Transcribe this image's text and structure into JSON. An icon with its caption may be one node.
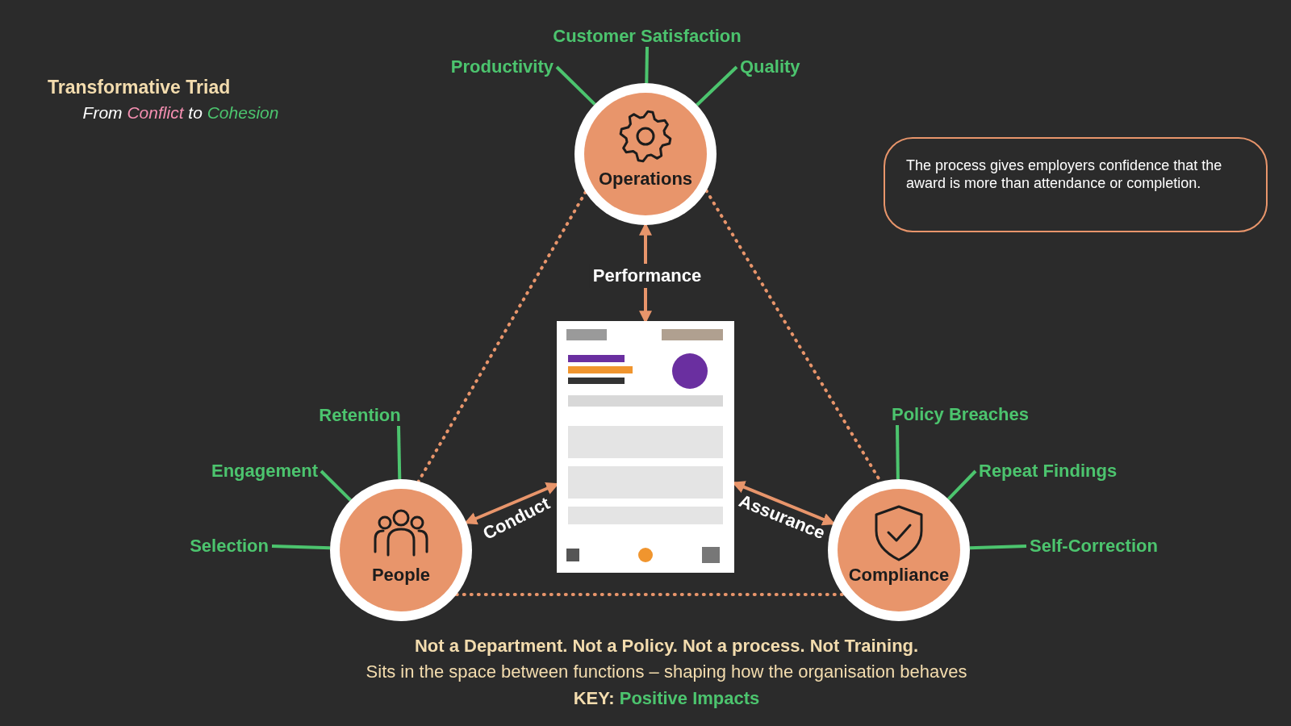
{
  "diagram": {
    "title": "Transformative Triad",
    "nodes": [
      {
        "text": [
          "Operations"
        ]
      },
      {
        "text": [
          "People"
        ]
      },
      {
        "text": [
          "Compliance"
        ]
      },
      {
        "text": [],
        "shape": "picture"
      },
      {
        "text": [
          "Customer Satisfaction"
        ]
      },
      {
        "text": [
          "Productivity"
        ]
      },
      {
        "text": [
          "Quality"
        ]
      },
      {
        "text": [
          "Retention"
        ]
      },
      {
        "text": [
          "Engagement"
        ]
      },
      {
        "text": [
          "Selection"
        ]
      },
      {
        "text": [
          "Policy Breaches"
        ]
      },
      {
        "text": [
          "Repeat Findings"
        ]
      },
      {
        "text": [
          "Self-Correction"
        ]
      },
      {
        "text": [
          "The process gives employers confidence that the award is more than attendance or completion."
        ]
      }
    ],
    "edges": [
      {
        "from": 0,
        "to": 1,
        "arrow": "none",
        "style": "dashed",
        "color": "#e8956b"
      },
      {
        "from": 0,
        "to": 2,
        "arrow": "none",
        "style": "dashed",
        "color": "#e8956b"
      },
      {
        "from": 1,
        "to": 2,
        "arrow": "none",
        "style": "dashed",
        "color": "#e8956b"
      },
      {
        "from": 0,
        "to": 3,
        "arrow": "both",
        "label": "Performance",
        "color": "#e8956b"
      },
      {
        "from": 1,
        "to": 3,
        "arrow": "both",
        "label": "Conduct",
        "color": "#e8956b"
      },
      {
        "from": 3,
        "to": 2,
        "arrow": "both",
        "label": "Assurance",
        "color": "#e8956b"
      },
      {
        "from": 4,
        "to": 0,
        "arrow": "none"
      },
      {
        "from": 5,
        "to": 0,
        "arrow": "none"
      },
      {
        "from": 6,
        "to": 0,
        "arrow": "none"
      },
      {
        "from": 7,
        "to": 1,
        "arrow": "none"
      },
      {
        "from": 8,
        "to": 1,
        "arrow": "none"
      },
      {
        "from": 9,
        "to": 1,
        "arrow": "none"
      },
      {
        "from": 10,
        "to": 2,
        "arrow": "none"
      },
      {
        "from": 11,
        "to": 2,
        "arrow": "none"
      },
      {
        "from": 12,
        "to": 2,
        "arrow": "none"
      }
    ],
    "labels": [
      "From Conflict to Cohesion",
      "Not a Department. Not a Policy. Not a process. Not Training.",
      "Sits in the space between functions – shaping how the organisation behaves",
      "KEY:"
    ],
    "legend": [
      {
        "text": "Positive Impacts",
        "color": "#4cc46e"
      }
    ]
  }
}
